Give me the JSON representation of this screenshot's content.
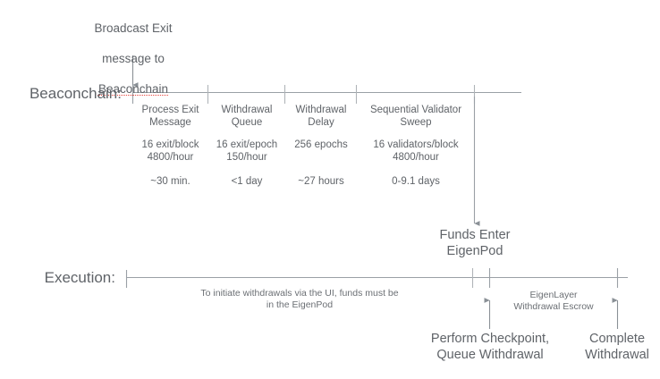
{
  "diagram": {
    "title_callout": {
      "line1": "Broadcast Exit",
      "line2": "message to",
      "line3": "Beaconchain"
    },
    "lanes": [
      {
        "key": "beaconchain",
        "label": "Beaconchain:"
      },
      {
        "key": "execution",
        "label": "Execution:"
      }
    ],
    "beaconchain_phases": [
      {
        "title": "Process Exit\nMessage",
        "rate": "16 exit/block\n4800/hour",
        "duration": "~30 min."
      },
      {
        "title": "Withdrawal\nQueue",
        "rate": "16 exit/epoch\n150/hour",
        "duration": "<1 day"
      },
      {
        "title": "Withdrawal\nDelay",
        "rate": "256 epochs",
        "duration": "~27 hours"
      },
      {
        "title": "Sequential Validator\nSweep",
        "rate": "16 validators/block\n4800/hour",
        "duration": "0-9.1 days"
      }
    ],
    "funds_enter_node": "Funds Enter\nEigenPod",
    "execution_note": "To initiate withdrawals via the UI, funds must be\nin the EigenPod",
    "escrow_note": "EigenLayer\nWithdrawal Escrow",
    "execution_events": [
      {
        "label": "Perform Checkpoint,\nQueue Withdrawal"
      },
      {
        "label": "Complete\nWithdrawal"
      }
    ],
    "colors": {
      "line": "#9aa0a6",
      "text": "#5f6368",
      "spellcheck": "#e8453c",
      "background": "#ffffff"
    }
  }
}
